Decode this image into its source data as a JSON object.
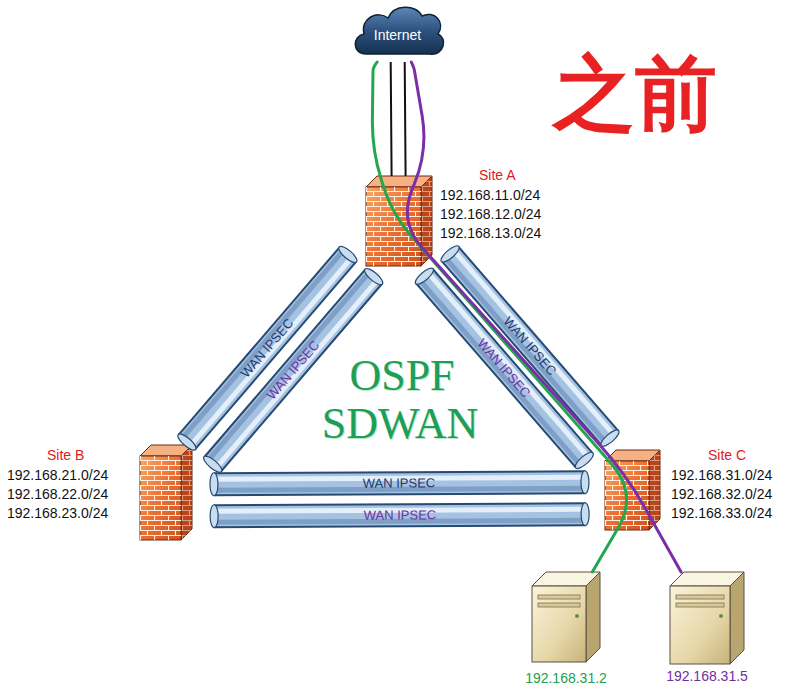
{
  "diagram": {
    "title": "之前",
    "nodes": [
      {
        "text": [
          "Internet"
        ]
      },
      {
        "text": [
          "Site A",
          "192.168.11.0/24 192.168.12.0/24 192.168.13.0/24"
        ]
      },
      {
        "text": [
          "Site B",
          "192.168.21.0/24 192.168.22.0/24 192.168.23.0/24"
        ]
      },
      {
        "text": [
          "Site C",
          "192.168.31.0/24 192.168.32.0/24 192.168.33.0/24"
        ]
      },
      {
        "text": [
          "192.168.31.2"
        ]
      },
      {
        "text": [
          "192.168.31.5"
        ]
      }
    ],
    "edges": [
      {
        "from": 0,
        "to": 1,
        "arrow": "none"
      },
      {
        "from": 1,
        "to": 2,
        "label": "WAN IPSEC",
        "arrow": "none"
      },
      {
        "from": 1,
        "to": 2,
        "label": "WAN IPSEC",
        "arrow": "none"
      },
      {
        "from": 1,
        "to": 3,
        "label": "WAN IPSEC",
        "arrow": "none"
      },
      {
        "from": 1,
        "to": 3,
        "label": "WAN IPSEC",
        "arrow": "none"
      },
      {
        "from": 2,
        "to": 3,
        "label": "WAN IPSEC",
        "arrow": "none"
      },
      {
        "from": 2,
        "to": 3,
        "label": "WAN IPSEC",
        "arrow": "none"
      },
      {
        "from": 4,
        "to": 0,
        "arrow": "none"
      },
      {
        "from": 5,
        "to": 0,
        "arrow": "none"
      }
    ],
    "labels": [
      "OSPF",
      "SDWAN"
    ]
  }
}
